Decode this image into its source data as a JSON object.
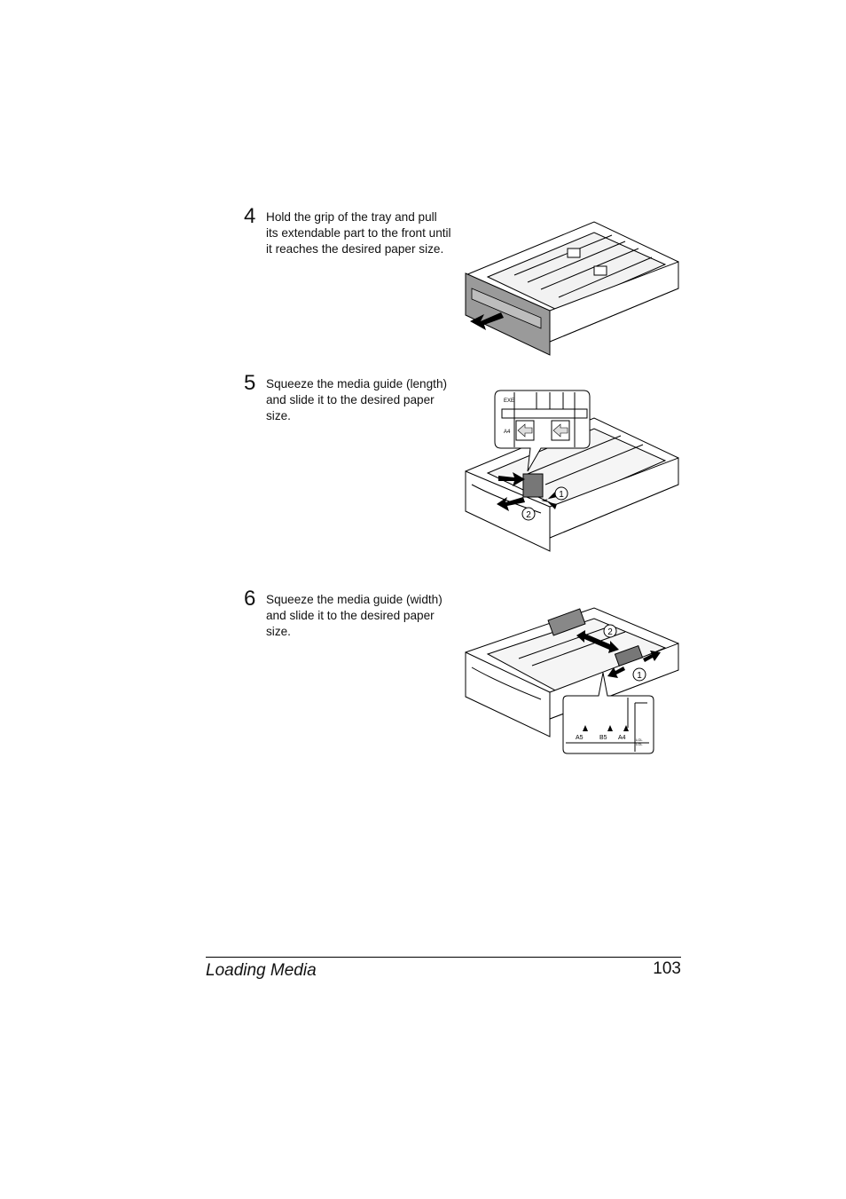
{
  "steps": [
    {
      "number": "4",
      "text": "Hold the grip of the tray and pull its extendable part to the front until it reaches the desired paper size."
    },
    {
      "number": "5",
      "text": "Squeeze the media guide (length) and slide it to the desired paper size."
    },
    {
      "number": "6",
      "text": "Squeeze the media guide (width) and slide it to the desired paper size."
    }
  ],
  "figures": {
    "fig5": {
      "callout_1": "1",
      "callout_2": "2",
      "label_exe": "EXE",
      "label_a4": "A4"
    },
    "fig6": {
      "callout_1": "1",
      "callout_2": "2",
      "label_a5": "A5",
      "label_b5": "B5",
      "label_a4": "A4",
      "label_lgl": "LGL",
      "label_lgl2": "LGL"
    }
  },
  "footer": {
    "section_title": "Loading Media",
    "page_number": "103"
  }
}
